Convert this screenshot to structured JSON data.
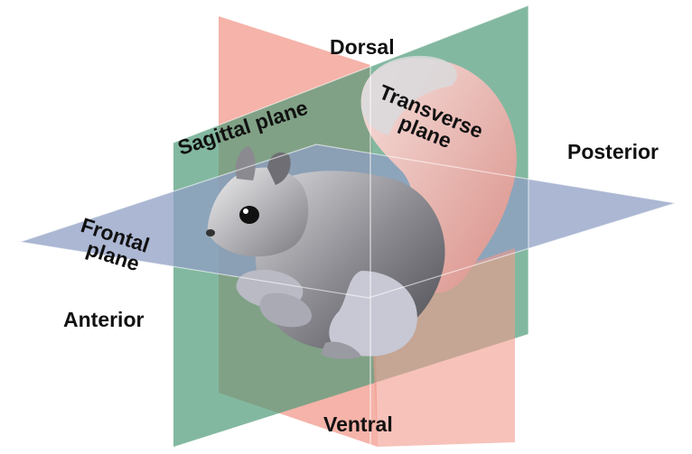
{
  "diagram": {
    "labels": {
      "dorsal": "Dorsal",
      "ventral": "Ventral",
      "anterior": "Anterior",
      "posterior": "Posterior",
      "sagittal_plane": "Sagittal plane",
      "transverse_plane_line1": "Transverse",
      "transverse_plane_line2": "plane",
      "frontal_plane_line1": "Frontal",
      "frontal_plane_line2": "plane"
    },
    "colors": {
      "sagittal_plane": "#f29a8c",
      "transverse_plane": "#4f9a78",
      "frontal_plane": "#8f9fc4",
      "animal_body": "#8e8e92",
      "animal_tail": "#e8a7a0",
      "text": "#111111"
    },
    "figure": "squirrel-illustration"
  }
}
